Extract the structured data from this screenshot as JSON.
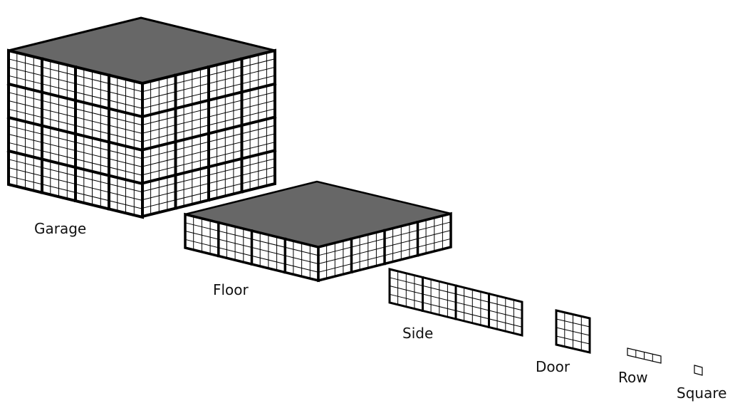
{
  "colors": {
    "top_face": "#676767",
    "outline": "#000000",
    "face_fill": "#ffffff",
    "label_text": "#111111"
  },
  "labels": {
    "garage": "Garage",
    "floor": "Floor",
    "side": "Side",
    "door": "Door",
    "row": "Row",
    "square": "Square"
  },
  "structure": {
    "door_cells": [
      4,
      4
    ],
    "doors_per_side": 4,
    "floors_per_garage": 4,
    "row_cells": 4
  }
}
